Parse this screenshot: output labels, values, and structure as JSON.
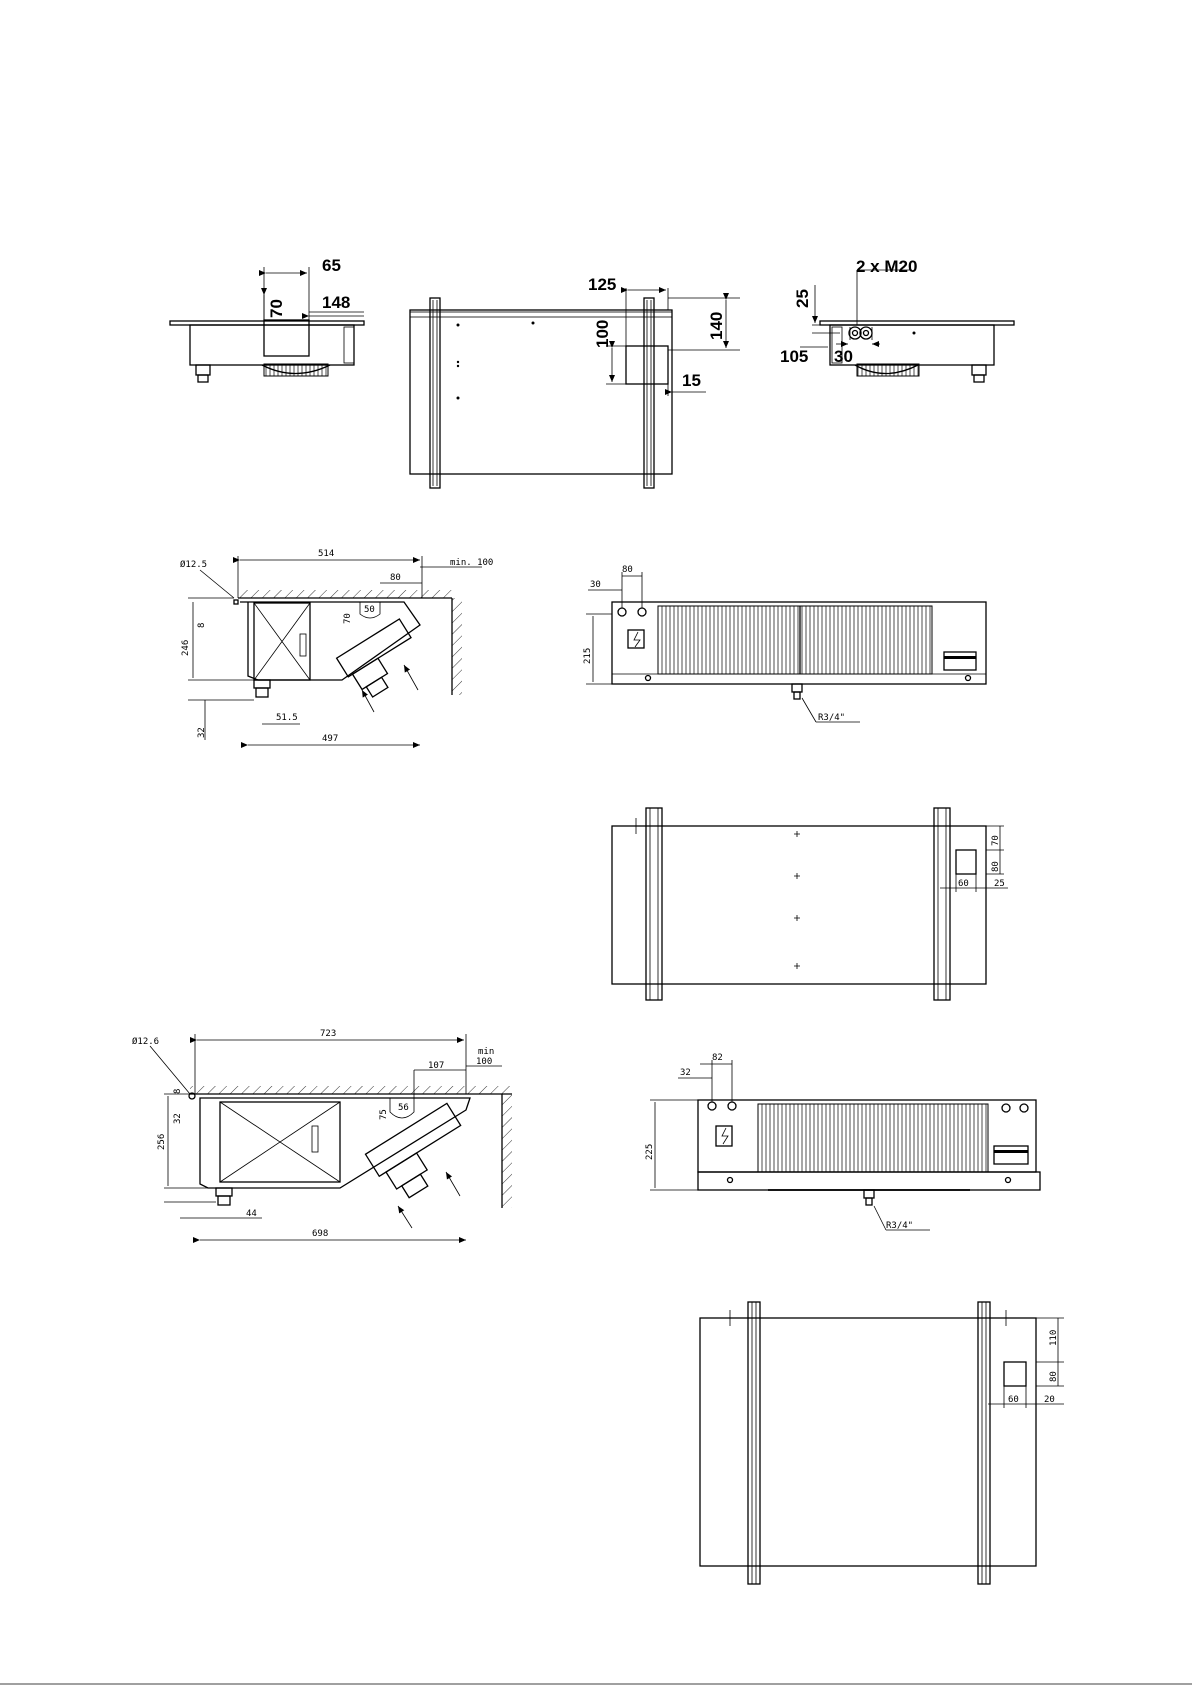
{
  "view_top_left": {
    "dims": [
      "65",
      "148",
      "70"
    ]
  },
  "view_top_mid": {
    "dims": [
      "125",
      "140",
      "100",
      "15"
    ]
  },
  "view_top_right": {
    "dims": [
      "2 x M20",
      "25",
      "105",
      "30"
    ]
  },
  "side_small": {
    "dims": [
      "514",
      "Ø12.5",
      "min. 100",
      "80",
      "8",
      "70",
      "50",
      "246",
      "32",
      "51.5",
      "497"
    ]
  },
  "front_small": {
    "dims": [
      "80",
      "30",
      "215",
      "R3/4\""
    ]
  },
  "plan_small": {
    "dims": [
      "70",
      "80",
      "60",
      "25"
    ]
  },
  "side_large": {
    "dims": [
      "723",
      "Ø12.6",
      "min",
      "100",
      "107",
      "8",
      "32",
      "75",
      "56",
      "256",
      "44",
      "698"
    ]
  },
  "front_large": {
    "dims": [
      "82",
      "32",
      "225",
      "R3/4\""
    ]
  },
  "plan_large": {
    "dims": [
      "110",
      "80",
      "60",
      "20"
    ]
  }
}
